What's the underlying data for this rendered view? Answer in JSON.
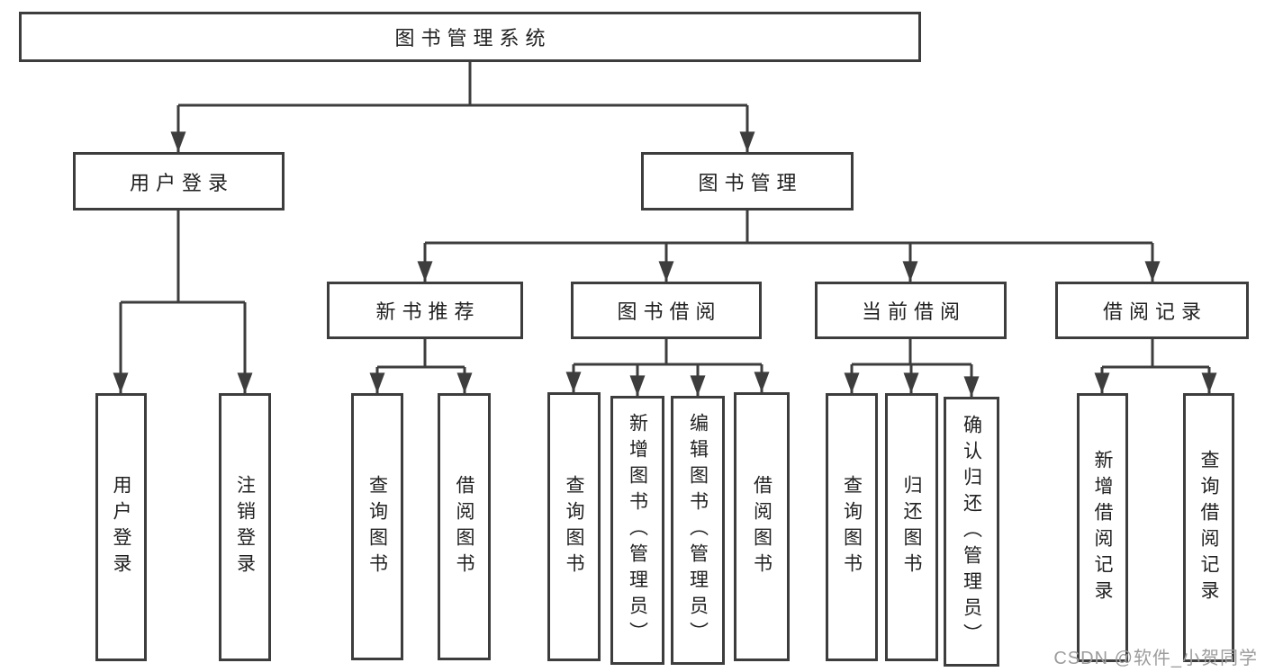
{
  "tree": {
    "root": "图书管理系统",
    "branches": [
      {
        "label": "用户登录",
        "leaves": [
          "用户登录",
          "注销登录"
        ]
      },
      {
        "label": "图书管理",
        "groups": [
          {
            "label": "新书推荐",
            "leaves": [
              "查询图书",
              "借阅图书"
            ]
          },
          {
            "label": "图书借阅",
            "leaves": [
              "查询图书",
              "新增图书（管理员）",
              "编辑图书（管理员）",
              "借阅图书"
            ]
          },
          {
            "label": "当前借阅",
            "leaves": [
              "查询图书",
              "归还图书",
              "确认归还（管理员）"
            ]
          },
          {
            "label": "借阅记录",
            "leaves": [
              "新增借阅记录",
              "查询借阅记录"
            ]
          }
        ]
      }
    ]
  },
  "watermark": {
    "text": "CSDN @软件_小贺同学"
  },
  "colors": {
    "line": "#3d3d3d",
    "box_border": "#3d3d3d",
    "text": "#212121",
    "watermark": "#9c9c9c",
    "background": "#ffffff"
  }
}
